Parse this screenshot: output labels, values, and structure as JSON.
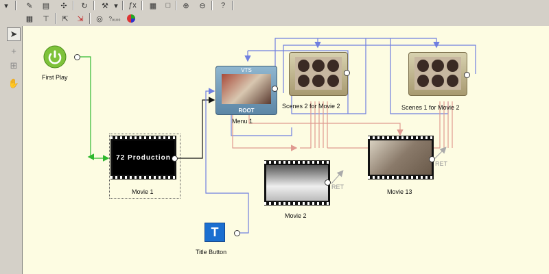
{
  "canvas": {
    "nodes": {
      "first_play": "First Play",
      "movie1": "Movie 1",
      "movie1_overlay": "72 Production",
      "menu1": "Menu 1",
      "menu1_top": "VTS",
      "menu1_bottom": "ROOT",
      "scenes2": "Scenes 2 for Movie 2",
      "scenes1": "Scenes 1 for Movie 2",
      "movie2": "Movie 2",
      "movie13": "Movie 13",
      "title_button": "Title Button",
      "ret": "RET"
    }
  },
  "colors": {
    "canvas": "#fdfce2",
    "link_green": "#2fb82f",
    "link_blue": "#6f7fe0",
    "link_red": "#e09a90",
    "link_black": "#111111"
  },
  "tools": [
    "pointer-tool",
    "add-tool",
    "insert-tool",
    "hand-tool"
  ]
}
